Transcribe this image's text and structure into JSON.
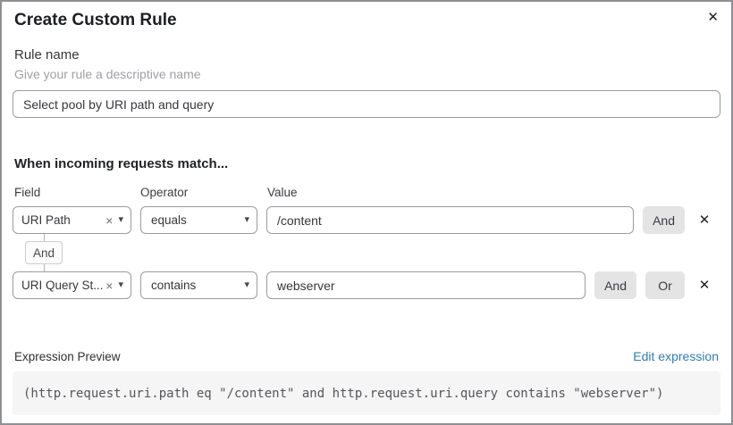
{
  "dialog": {
    "title": "Create Custom Rule"
  },
  "icons": {
    "close": "✕",
    "clear": "×",
    "caret": "▾",
    "remove": "✕"
  },
  "rule_name": {
    "label": "Rule name",
    "hint": "Give your rule a descriptive name",
    "value": "Select pool by URI path and query"
  },
  "matcher": {
    "heading": "When incoming requests match...",
    "columns": {
      "field": "Field",
      "operator": "Operator",
      "value": "Value"
    },
    "joiner_label": "And",
    "rows": [
      {
        "field": "URI Path",
        "operator": "equals",
        "value": "/content",
        "and_label": "And"
      },
      {
        "field": "URI Query St...",
        "operator": "contains",
        "value": "webserver",
        "and_label": "And",
        "or_label": "Or"
      }
    ]
  },
  "expression": {
    "label": "Expression Preview",
    "edit_link": "Edit expression",
    "code": "(http.request.uri.path eq \"/content\" and http.request.uri.query contains \"webserver\")"
  },
  "colors": {
    "link": "#2e7cb9",
    "button_bg": "#e4e4e5",
    "badge_bg": "#fbfbfb",
    "code_bg": "#f5f5f6",
    "control_border": "#9a9ca0",
    "dialog_border": "#8e9093"
  }
}
